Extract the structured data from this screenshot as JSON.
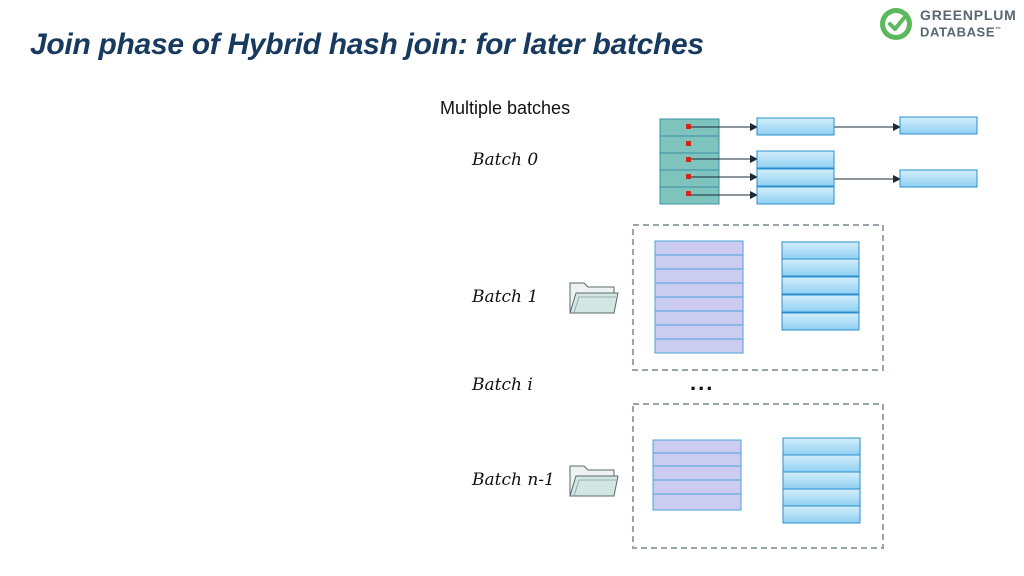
{
  "title": "Join phase of Hybrid hash join: for later batches",
  "logo": {
    "line1": "GREENPLUM",
    "line2": "DATABASE",
    "trademark": "™",
    "icon": "greenplum-check-icon",
    "color": "#5cb85c"
  },
  "heading": "Multiple batches",
  "batches": [
    {
      "label": "Batch 0",
      "storage": "in-memory-hash-table"
    },
    {
      "label": "Batch 1",
      "storage": "folder-icon"
    },
    {
      "label": "Batch i",
      "storage": "none"
    },
    {
      "label": "Batch n-1",
      "storage": "folder-icon"
    }
  ],
  "ellipsis": "...",
  "colors": {
    "hash_table": "#7fc3bd",
    "bucket_pointer": "#d9231c",
    "tuple_box": "#a9dcf6",
    "inner_batch_file": "#ccccf0",
    "dashed_border": "#9aa5aa",
    "title": "#173a5e"
  }
}
